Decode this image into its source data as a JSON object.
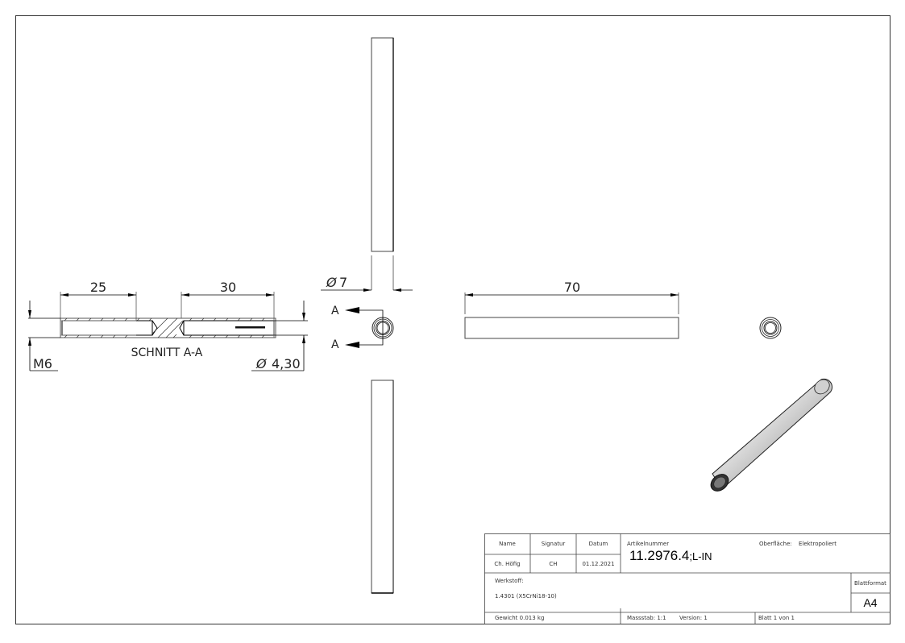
{
  "drawing": {
    "section_view": {
      "label": "SCHNITT A-A",
      "dim_left_length": "25",
      "dim_right_length": "30",
      "dim_thread": "M6",
      "dim_bore": "4,30",
      "diameter_symbol": "Ø"
    },
    "front_view": {
      "dim_diameter": "7",
      "diameter_symbol": "Ø",
      "section_marker_top": "A",
      "section_marker_bottom": "A"
    },
    "side_view": {
      "dim_length": "70"
    }
  },
  "title_block": {
    "headers": {
      "name": "Name",
      "signatur": "Signatur",
      "datum": "Datum",
      "artikelnummer": "Artikelnummer",
      "oberflaeche_label": "Oberfläche:",
      "werkstoff_label": "Werkstoff:",
      "blattformat_label": "Blattformat"
    },
    "values": {
      "name": "Ch. Höfig",
      "signatur": "CH",
      "datum": "01.12.2021",
      "artikelnummer_main": "11.2976.4",
      "artikelnummer_suffix": ";L-IN",
      "oberflaeche": "Elektropoliert",
      "werkstoff": "1.4301 (X5CrNi18-10)",
      "blattformat": "A4",
      "gewicht": "Gewicht 0.013 kg",
      "massstab": "Massstab: 1:1",
      "version": "Version: 1",
      "blatt": "Blatt 1 von 1"
    }
  }
}
